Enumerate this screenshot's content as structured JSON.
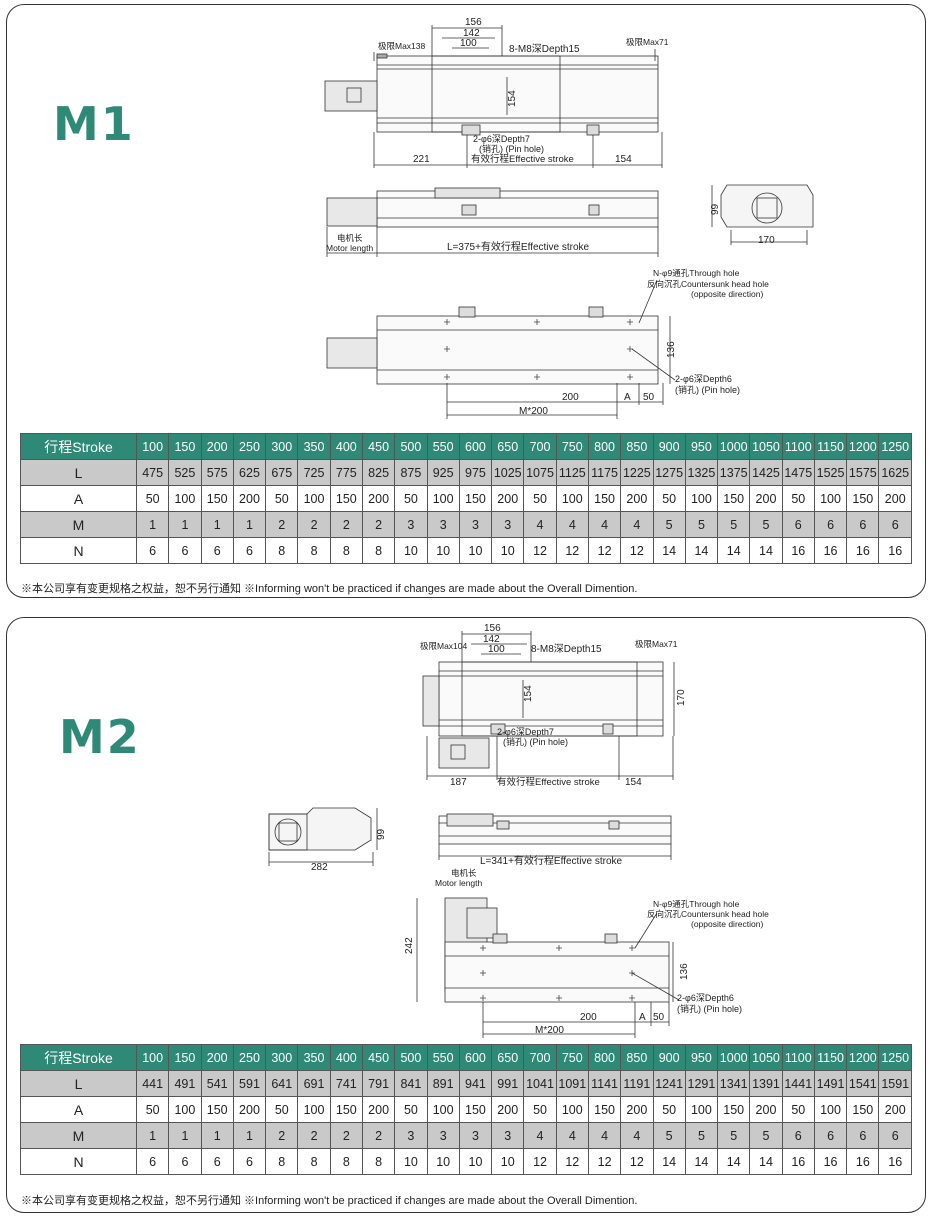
{
  "m1": {
    "title": "M1",
    "top_view": {
      "dim_156": "156",
      "dim_142": "142",
      "dim_100": "100",
      "limit_left": "极限Max138",
      "limit_right": "极限Max71",
      "tapped_holes": "8-M8深Depth15",
      "height": "154",
      "pin_hole_1": "2-φ6深Depth7",
      "pin_hole_2": "(销孔) (Pin hole)",
      "left_len": "221",
      "effective_stroke": "有效行程Effective stroke",
      "right_len": "154"
    },
    "side_view": {
      "motor_cn": "电机长",
      "motor_en": "Motor length",
      "total_len": "L=375+有效行程Effective stroke"
    },
    "end_view": {
      "height": "99",
      "width": "170"
    },
    "bottom_view": {
      "through_1": "N-φ9通孔Through hole",
      "through_2": "反向沉孔Countersunk  head  hole",
      "through_3": "(opposite  direction)",
      "width": "136",
      "pin_hole_1": "2-φ6深Depth6",
      "pin_hole_2": "(销孔) (Pin hole)",
      "dim_200": "200",
      "dim_a": "A",
      "dim_50": "50",
      "dim_m200": "M*200"
    },
    "table": {
      "header_label": "行程Stroke",
      "strokes": [
        "100",
        "150",
        "200",
        "250",
        "300",
        "350",
        "400",
        "450",
        "500",
        "550",
        "600",
        "650",
        "700",
        "750",
        "800",
        "850",
        "900",
        "950",
        "1000",
        "1050",
        "1100",
        "1150",
        "1200",
        "1250"
      ],
      "rows": [
        {
          "label": "L",
          "values": [
            "475",
            "525",
            "575",
            "625",
            "675",
            "725",
            "775",
            "825",
            "875",
            "925",
            "975",
            "1025",
            "1075",
            "1125",
            "1175",
            "1225",
            "1275",
            "1325",
            "1375",
            "1425",
            "1475",
            "1525",
            "1575",
            "1625"
          ]
        },
        {
          "label": "A",
          "values": [
            "50",
            "100",
            "150",
            "200",
            "50",
            "100",
            "150",
            "200",
            "50",
            "100",
            "150",
            "200",
            "50",
            "100",
            "150",
            "200",
            "50",
            "100",
            "150",
            "200",
            "50",
            "100",
            "150",
            "200"
          ]
        },
        {
          "label": "M",
          "values": [
            "1",
            "1",
            "1",
            "1",
            "2",
            "2",
            "2",
            "2",
            "3",
            "3",
            "3",
            "3",
            "4",
            "4",
            "4",
            "4",
            "5",
            "5",
            "5",
            "5",
            "6",
            "6",
            "6",
            "6"
          ]
        },
        {
          "label": "N",
          "values": [
            "6",
            "6",
            "6",
            "6",
            "8",
            "8",
            "8",
            "8",
            "10",
            "10",
            "10",
            "10",
            "12",
            "12",
            "12",
            "12",
            "14",
            "14",
            "14",
            "14",
            "16",
            "16",
            "16",
            "16"
          ]
        }
      ]
    },
    "note": "※本公司享有变更规格之权益，恕不另行通知 ※Informing won't be practiced if changes are made about the Overall Dimention."
  },
  "m2": {
    "title": "M2",
    "top_view": {
      "dim_156": "156",
      "dim_142": "142",
      "dim_100": "100",
      "limit_left": "极限Max104",
      "limit_right": "极限Max71",
      "tapped_holes": "8-M8深Depth15",
      "height": "154",
      "width_170": "170",
      "pin_hole_1": "2-φ6深Depth7",
      "pin_hole_2": "(销孔) (Pin hole)",
      "left_len": "187",
      "effective_stroke": "有效行程Effective stroke",
      "right_len": "154"
    },
    "side_view": {
      "total_len": "L=341+有效行程Effective stroke",
      "motor_cn": "电机长",
      "motor_en": "Motor length"
    },
    "end_view": {
      "height": "99",
      "width": "282"
    },
    "bottom_view": {
      "height_242": "242",
      "through_1": "N-φ9通孔Through hole",
      "through_2": "反向沉孔Countersunk  head  hole",
      "through_3": "(opposite  direction)",
      "width": "136",
      "pin_hole_1": "2-φ6深Depth6",
      "pin_hole_2": "(销孔) (Pin hole)",
      "dim_200": "200",
      "dim_a": "A",
      "dim_50": "50",
      "dim_m200": "M*200"
    },
    "table": {
      "header_label": "行程Stroke",
      "strokes": [
        "100",
        "150",
        "200",
        "250",
        "300",
        "350",
        "400",
        "450",
        "500",
        "550",
        "600",
        "650",
        "700",
        "750",
        "800",
        "850",
        "900",
        "950",
        "1000",
        "1050",
        "1100",
        "1150",
        "1200",
        "1250"
      ],
      "rows": [
        {
          "label": "L",
          "values": [
            "441",
            "491",
            "541",
            "591",
            "641",
            "691",
            "741",
            "791",
            "841",
            "891",
            "941",
            "991",
            "1041",
            "1091",
            "1141",
            "1191",
            "1241",
            "1291",
            "1341",
            "1391",
            "1441",
            "1491",
            "1541",
            "1591"
          ]
        },
        {
          "label": "A",
          "values": [
            "50",
            "100",
            "150",
            "200",
            "50",
            "100",
            "150",
            "200",
            "50",
            "100",
            "150",
            "200",
            "50",
            "100",
            "150",
            "200",
            "50",
            "100",
            "150",
            "200",
            "50",
            "100",
            "150",
            "200"
          ]
        },
        {
          "label": "M",
          "values": [
            "1",
            "1",
            "1",
            "1",
            "2",
            "2",
            "2",
            "2",
            "3",
            "3",
            "3",
            "3",
            "4",
            "4",
            "4",
            "4",
            "5",
            "5",
            "5",
            "5",
            "6",
            "6",
            "6",
            "6"
          ]
        },
        {
          "label": "N",
          "values": [
            "6",
            "6",
            "6",
            "6",
            "8",
            "8",
            "8",
            "8",
            "10",
            "10",
            "10",
            "10",
            "12",
            "12",
            "12",
            "12",
            "14",
            "14",
            "14",
            "14",
            "16",
            "16",
            "16",
            "16"
          ]
        }
      ]
    },
    "note": "※本公司享有变更规格之权益，恕不另行通知 ※Informing won't be practiced if changes are made about the Overall Dimention."
  }
}
